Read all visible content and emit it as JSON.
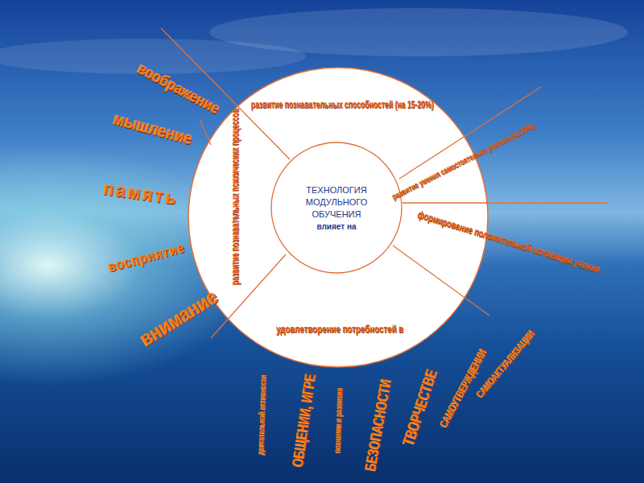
{
  "diagram": {
    "nodes": [
      {
        "text": [
          "ТЕХНОЛОГИЯ МОДУЛЬНОГО ОБУЧЕНИЯ",
          "влияет на"
        ]
      },
      {
        "text": [
          "развитие познавательных способностей (на 15-20%)"
        ]
      },
      {
        "text": [
          "развитие умения самостоятельно учиться (на 30%)"
        ]
      },
      {
        "text": [
          "формирование положительной мотивации учения"
        ]
      },
      {
        "text": [
          "удовлетворение потребностей в"
        ]
      },
      {
        "text": [
          "развитие познавательных психических процессов"
        ]
      }
    ],
    "labels": [
      "воображение",
      "мышление",
      "память",
      "восприятие",
      "внимание",
      "двигательной активности",
      "ОБЩЕНИИ, ИГРЕ",
      "познании и развитии",
      "БЕЗОПАСНОСТИ",
      "ТВОРЧЕСТВЕ",
      "САМОУТВЕРЖДЕНИИ",
      "САМОАКТУАЛИЗАЦИИ"
    ]
  }
}
